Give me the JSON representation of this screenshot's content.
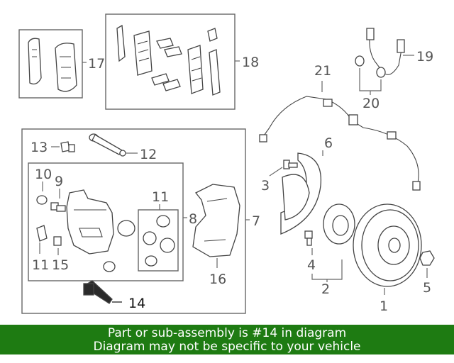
{
  "callouts": {
    "c1": "1",
    "c2": "2",
    "c3": "3",
    "c4": "4",
    "c5": "5",
    "c6": "6",
    "c7": "7",
    "c8": "8",
    "c9": "9",
    "c10": "10",
    "c11a": "11",
    "c11b": "11",
    "c12": "12",
    "c13": "13",
    "c14": "14",
    "c15": "15",
    "c16": "16",
    "c17": "17",
    "c18": "18",
    "c19": "19",
    "c20": "20",
    "c21": "21"
  },
  "highlight_part": "14",
  "colors": {
    "banner_bg": "#1e7b12",
    "banner_text": "#ffffff",
    "line": "#444444"
  },
  "banner": {
    "line1": "Part or sub-assembly is #14 in diagram",
    "line2": "Diagram may not be specific to your vehicle"
  }
}
